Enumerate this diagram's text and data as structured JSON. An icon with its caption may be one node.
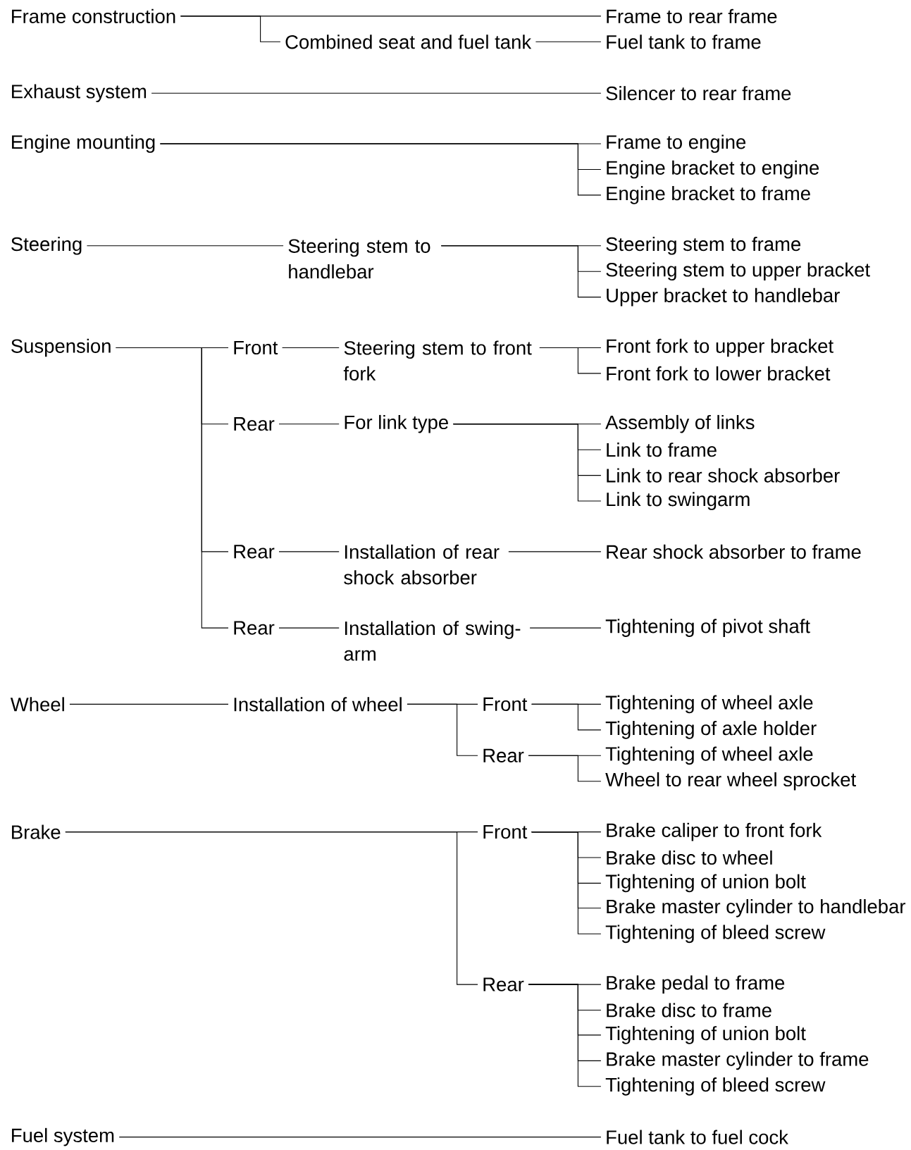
{
  "diagram": {
    "nodes": [
      {
        "text": [
          "Frame construction"
        ]
      },
      {
        "text": [
          "Frame to rear frame"
        ]
      },
      {
        "text": [
          "Combined seat and fuel tank"
        ]
      },
      {
        "text": [
          "Fuel tank to frame"
        ]
      },
      {
        "text": [
          "Exhaust system"
        ]
      },
      {
        "text": [
          "Silencer to rear frame"
        ]
      },
      {
        "text": [
          "Engine mounting"
        ]
      },
      {
        "text": [
          "Frame to engine"
        ]
      },
      {
        "text": [
          "Engine bracket to engine"
        ]
      },
      {
        "text": [
          "Engine bracket to frame"
        ]
      },
      {
        "text": [
          "Steering"
        ]
      },
      {
        "text": [
          "Steering stem to handlebar"
        ]
      },
      {
        "text": [
          "Steering stem to frame"
        ]
      },
      {
        "text": [
          "Steering stem to upper bracket"
        ]
      },
      {
        "text": [
          "Upper bracket to handlebar"
        ]
      },
      {
        "text": [
          "Suspension"
        ]
      },
      {
        "text": [
          "Front"
        ]
      },
      {
        "text": [
          "Steering stem to front fork"
        ]
      },
      {
        "text": [
          "Front fork to upper bracket"
        ]
      },
      {
        "text": [
          "Front fork to lower bracket"
        ]
      },
      {
        "text": [
          "Rear"
        ]
      },
      {
        "text": [
          "For link type"
        ]
      },
      {
        "text": [
          "Assembly of links"
        ]
      },
      {
        "text": [
          "Link to frame"
        ]
      },
      {
        "text": [
          "Link to rear shock absorber"
        ]
      },
      {
        "text": [
          "Link to swingarm"
        ]
      },
      {
        "text": [
          "Rear"
        ]
      },
      {
        "text": [
          "Installation of rear shock absorber"
        ]
      },
      {
        "text": [
          "Rear shock absorber to frame"
        ]
      },
      {
        "text": [
          "Rear"
        ]
      },
      {
        "text": [
          "Installation of swing-arm"
        ]
      },
      {
        "text": [
          "Tightening of pivot shaft"
        ]
      },
      {
        "text": [
          "Wheel"
        ]
      },
      {
        "text": [
          "Installation of wheel"
        ]
      },
      {
        "text": [
          "Front"
        ]
      },
      {
        "text": [
          "Rear"
        ]
      },
      {
        "text": [
          "Tightening of wheel axle"
        ]
      },
      {
        "text": [
          "Tightening of axle holder"
        ]
      },
      {
        "text": [
          "Tightening of wheel axle"
        ]
      },
      {
        "text": [
          "Wheel to rear wheel sprocket"
        ]
      },
      {
        "text": [
          "Brake"
        ]
      },
      {
        "text": [
          "Front"
        ]
      },
      {
        "text": [
          "Rear"
        ]
      },
      {
        "text": [
          "Brake caliper to front fork"
        ]
      },
      {
        "text": [
          "Brake disc to wheel"
        ]
      },
      {
        "text": [
          "Tightening of union bolt"
        ]
      },
      {
        "text": [
          "Brake master cylinder to handlebar"
        ]
      },
      {
        "text": [
          "Tightening of bleed screw"
        ]
      },
      {
        "text": [
          "Brake pedal to frame"
        ]
      },
      {
        "text": [
          "Brake disc to frame"
        ]
      },
      {
        "text": [
          "Tightening of union bolt"
        ]
      },
      {
        "text": [
          "Brake master cylinder to frame"
        ]
      },
      {
        "text": [
          "Tightening of bleed screw"
        ]
      },
      {
        "text": [
          "Fuel system"
        ]
      },
      {
        "text": [
          "Fuel tank to fuel cock"
        ]
      }
    ],
    "edges": [
      {
        "from": 0,
        "to": 1,
        "arrow": "none"
      },
      {
        "from": 0,
        "to": 2,
        "arrow": "none"
      },
      {
        "from": 2,
        "to": 3,
        "arrow": "none"
      },
      {
        "from": 4,
        "to": 5,
        "arrow": "none"
      },
      {
        "from": 6,
        "to": 7,
        "arrow": "none"
      },
      {
        "from": 6,
        "to": 8,
        "arrow": "none"
      },
      {
        "from": 6,
        "to": 9,
        "arrow": "none"
      },
      {
        "from": 10,
        "to": 11,
        "arrow": "none"
      },
      {
        "from": 11,
        "to": 12,
        "arrow": "none"
      },
      {
        "from": 11,
        "to": 13,
        "arrow": "none"
      },
      {
        "from": 11,
        "to": 14,
        "arrow": "none"
      },
      {
        "from": 15,
        "to": 16,
        "arrow": "none"
      },
      {
        "from": 15,
        "to": 20,
        "arrow": "none"
      },
      {
        "from": 15,
        "to": 26,
        "arrow": "none"
      },
      {
        "from": 15,
        "to": 29,
        "arrow": "none"
      },
      {
        "from": 16,
        "to": 17,
        "arrow": "none"
      },
      {
        "from": 17,
        "to": 18,
        "arrow": "none"
      },
      {
        "from": 17,
        "to": 19,
        "arrow": "none"
      },
      {
        "from": 20,
        "to": 21,
        "arrow": "none"
      },
      {
        "from": 21,
        "to": 22,
        "arrow": "none"
      },
      {
        "from": 21,
        "to": 23,
        "arrow": "none"
      },
      {
        "from": 21,
        "to": 24,
        "arrow": "none"
      },
      {
        "from": 21,
        "to": 25,
        "arrow": "none"
      },
      {
        "from": 26,
        "to": 27,
        "arrow": "none"
      },
      {
        "from": 27,
        "to": 28,
        "arrow": "none"
      },
      {
        "from": 29,
        "to": 30,
        "arrow": "none"
      },
      {
        "from": 30,
        "to": 31,
        "arrow": "none"
      },
      {
        "from": 32,
        "to": 33,
        "arrow": "none"
      },
      {
        "from": 33,
        "to": 34,
        "arrow": "none"
      },
      {
        "from": 33,
        "to": 35,
        "arrow": "none"
      },
      {
        "from": 34,
        "to": 36,
        "arrow": "none"
      },
      {
        "from": 34,
        "to": 37,
        "arrow": "none"
      },
      {
        "from": 35,
        "to": 38,
        "arrow": "none"
      },
      {
        "from": 35,
        "to": 39,
        "arrow": "none"
      },
      {
        "from": 40,
        "to": 41,
        "arrow": "none"
      },
      {
        "from": 40,
        "to": 42,
        "arrow": "none"
      },
      {
        "from": 41,
        "to": 43,
        "arrow": "none"
      },
      {
        "from": 41,
        "to": 44,
        "arrow": "none"
      },
      {
        "from": 41,
        "to": 45,
        "arrow": "none"
      },
      {
        "from": 41,
        "to": 46,
        "arrow": "none"
      },
      {
        "from": 41,
        "to": 47,
        "arrow": "none"
      },
      {
        "from": 42,
        "to": 48,
        "arrow": "none"
      },
      {
        "from": 42,
        "to": 49,
        "arrow": "none"
      },
      {
        "from": 42,
        "to": 50,
        "arrow": "none"
      },
      {
        "from": 42,
        "to": 51,
        "arrow": "none"
      },
      {
        "from": 42,
        "to": 52,
        "arrow": "none"
      },
      {
        "from": 53,
        "to": 54,
        "arrow": "none"
      }
    ]
  }
}
